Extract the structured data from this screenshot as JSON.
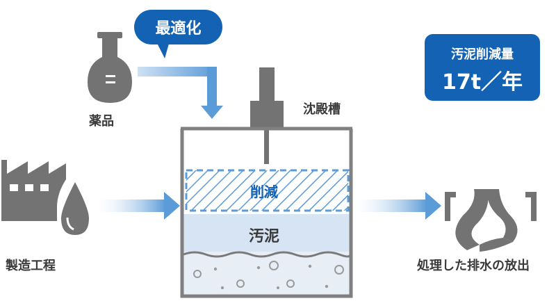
{
  "diagram": {
    "bubble_text": "最適化",
    "badge": {
      "title": "汚泥削減量",
      "value": "17t／年"
    },
    "labels": {
      "chemicals": "薬品",
      "tank": "沈殿槽",
      "manufacturing": "製造工程",
      "discharge": "処理した排水の放出",
      "reduction": "削減",
      "sludge": "汚泥"
    },
    "colors": {
      "brand_blue": "#1462b4",
      "arrow_blue": "#5b9bd8",
      "sludge_fill": "#d6e4f4",
      "icon_gray": "#737373",
      "tank_gray": "#808080"
    },
    "icons": [
      "flask-icon",
      "factory-icon",
      "water-drop-icon",
      "sediment-tank-icon",
      "discharge-channel-icon"
    ]
  }
}
